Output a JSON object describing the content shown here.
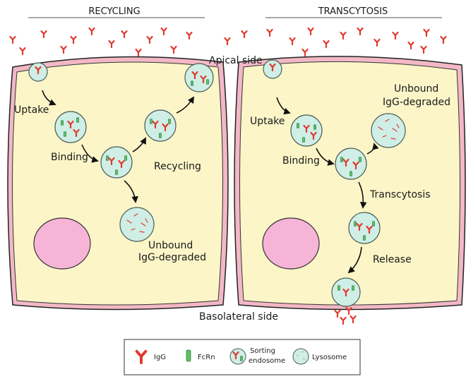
{
  "headers": {
    "left": "RECYCLING",
    "right": "TRANSCYTOSIS"
  },
  "labels": {
    "apical": "Apical side",
    "basolateral": "Basolateral side",
    "uptake_l": "Uptake",
    "binding_l": "Binding",
    "recycling": "Recycling",
    "unbound_l1": "Unbound",
    "unbound_l2": "IgG-degraded",
    "uptake_r": "Uptake",
    "binding_r": "Binding",
    "unbound_r1": "Unbound",
    "unbound_r2": "IgG-degraded",
    "transcytosis": "Transcytosis",
    "release": "Release"
  },
  "legend": {
    "igg": "IgG",
    "fcrn": "FcRn",
    "sorting1": "Sorting",
    "sorting2": "endosome",
    "lysosome": "Lysosome"
  },
  "colors": {
    "cell_fill": "#fbf5c8",
    "membrane": "#f2b8c6",
    "nucleus": "#f6b4d6",
    "vesicle": "#cfeee6",
    "igg": "#e03a2f",
    "fcrn": "#5ec06b"
  }
}
